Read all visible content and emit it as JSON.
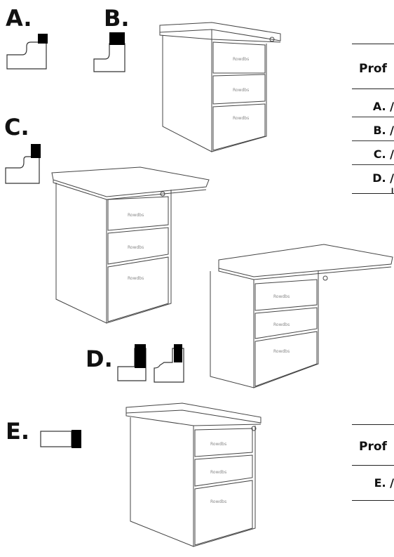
{
  "labels": {
    "a": "A.",
    "b": "B.",
    "c": "C.",
    "d": "D.",
    "e": "E."
  },
  "table1": {
    "header": "Prof",
    "rows": [
      "A. /",
      "B. /",
      "C. /",
      "D. /"
    ],
    "extra": "I"
  },
  "table2": {
    "header": "Prof",
    "rows": [
      "E. /"
    ]
  },
  "drawer_marks": "Rowdbs",
  "colors": {
    "ink": "#111111",
    "line": "#444444",
    "fill": "#000000"
  }
}
